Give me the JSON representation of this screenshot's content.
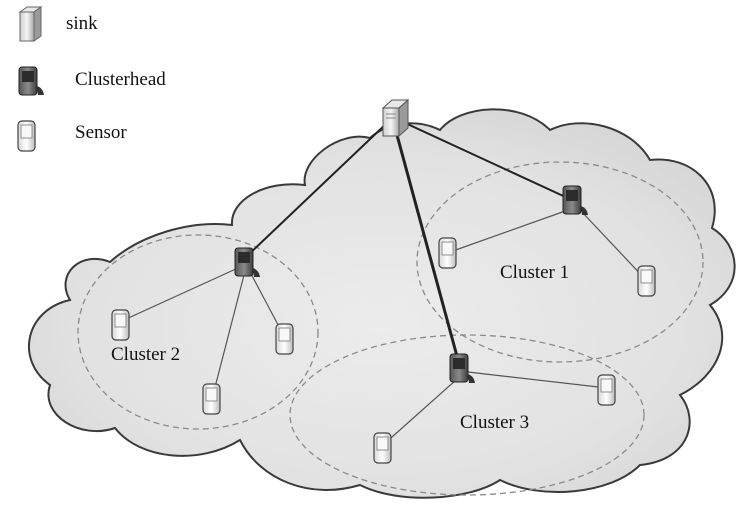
{
  "legend": {
    "sink": "sink",
    "clusterhead": "Clusterhead",
    "sensor": "Sensor"
  },
  "clusters": {
    "c1": "Cluster 1",
    "c2": "Cluster 2",
    "c3": "Cluster 3"
  },
  "colors": {
    "cloud_fill": "#e4e4e4",
    "cloud_stroke": "#3a3a3a",
    "link": "#222222",
    "cluster_circle": "#8a8a8a"
  },
  "icons": {
    "sink": "server-tower-icon",
    "clusterhead": "dark-handheld-device-icon",
    "sensor": "light-handheld-device-icon"
  }
}
